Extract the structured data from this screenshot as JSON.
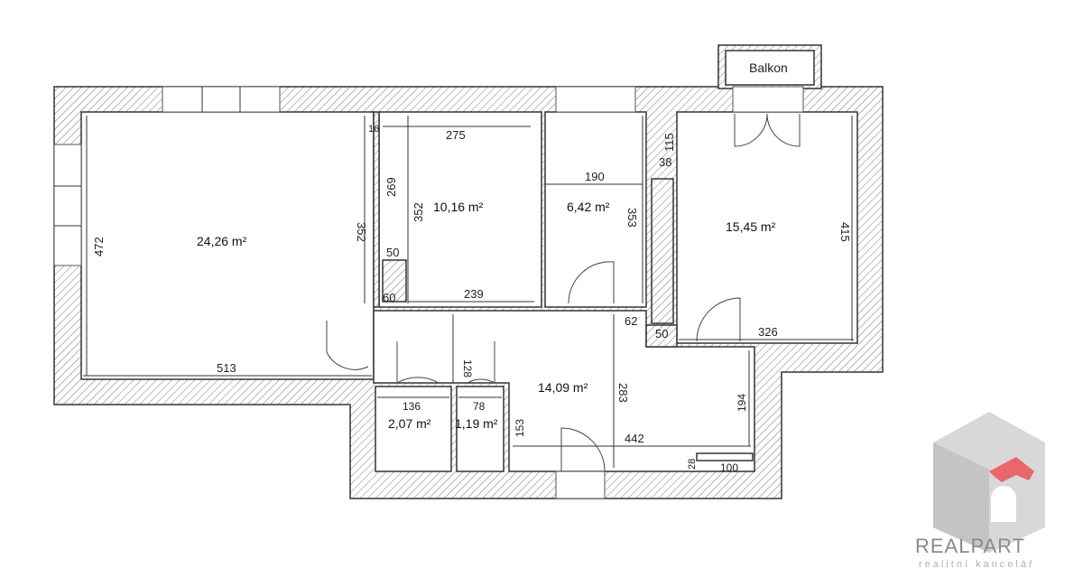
{
  "plan": {
    "balcony_label": "Balkon",
    "rooms": [
      {
        "id": "living",
        "area": "24,26 m²"
      },
      {
        "id": "bedroom-small",
        "area": "10,16 m²"
      },
      {
        "id": "room-middle",
        "area": "6,42 m²"
      },
      {
        "id": "bedroom-right",
        "area": "15,45 m²"
      },
      {
        "id": "hall",
        "area": "14,09 m²"
      },
      {
        "id": "bathroom",
        "area": "2,07 m²"
      },
      {
        "id": "wc",
        "area": "1,19 m²"
      }
    ],
    "dimensions": {
      "d513": "513",
      "d472": "472",
      "d352a": "352",
      "d352b": "352",
      "d275": "275",
      "d269": "269",
      "d16": "16",
      "d50a": "50",
      "d60": "60",
      "d239": "239",
      "d190": "190",
      "d353": "353",
      "d115": "115",
      "d38": "38",
      "d415": "415",
      "d326": "326",
      "d50b": "50",
      "d62": "62",
      "d128": "128",
      "d283": "283",
      "d136": "136",
      "d78": "78",
      "d153": "153",
      "d442": "442",
      "d194": "194",
      "d28": "28",
      "d100": "100"
    }
  },
  "brand": {
    "name": "REALPART",
    "tagline": "realitní kancelář",
    "colors": {
      "accent": "#e8676b",
      "gray": "#8a8a8a"
    }
  }
}
